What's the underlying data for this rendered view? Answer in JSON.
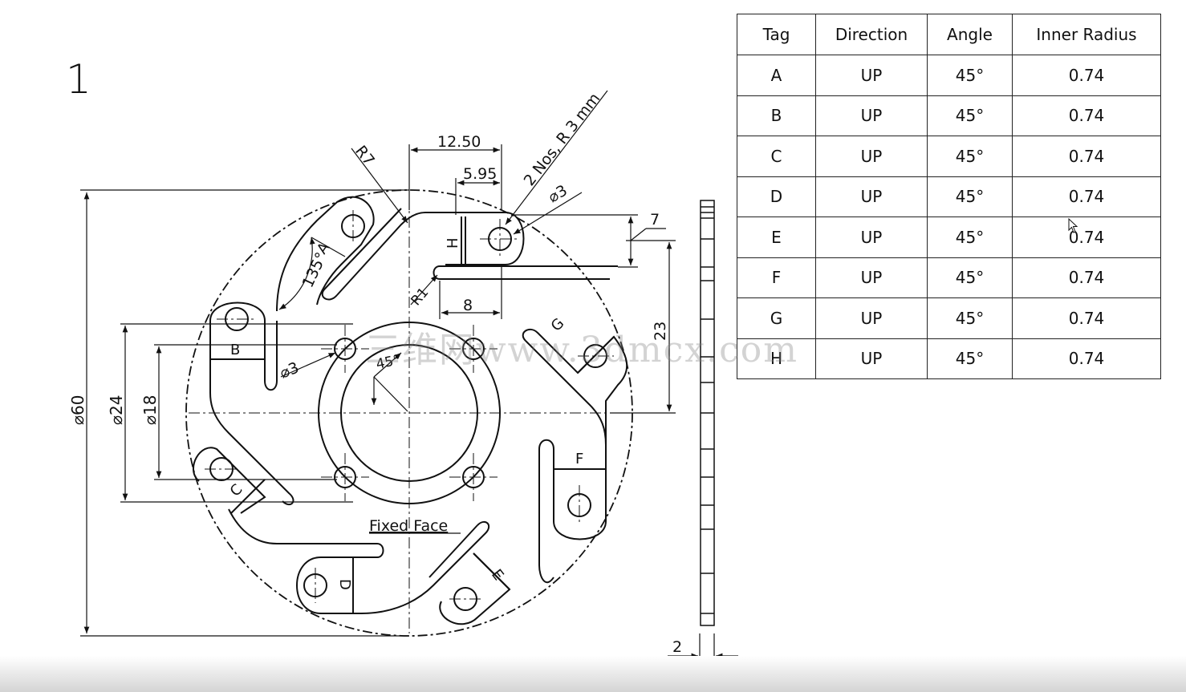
{
  "sheet": {
    "number": "1"
  },
  "table": {
    "headers": [
      "Tag",
      "Direction",
      "Angle",
      "Inner Radius"
    ],
    "rows": [
      [
        "A",
        "UP",
        "45°",
        "0.74"
      ],
      [
        "B",
        "UP",
        "45°",
        "0.74"
      ],
      [
        "C",
        "UP",
        "45°",
        "0.74"
      ],
      [
        "D",
        "UP",
        "45°",
        "0.74"
      ],
      [
        "E",
        "UP",
        "45°",
        "0.74"
      ],
      [
        "F",
        "UP",
        "45°",
        "0.74"
      ],
      [
        "G",
        "UP",
        "45°",
        "0.74"
      ],
      [
        "H",
        "UP",
        "45°",
        "0.74"
      ]
    ]
  },
  "dims": {
    "d60": "⌀60",
    "d24": "⌀24",
    "d18": "⌀18",
    "w1250": "12.50",
    "w595": "5.95",
    "w8": "8",
    "h7": "7",
    "h23": "23",
    "t2": "2",
    "r7": "R7",
    "r1": "R1",
    "note_holes": "2 Nos, R 3 mm",
    "hole_d3_top": "⌀3",
    "hole_d3_left": "⌀3",
    "ang135": "135°",
    "ang45": "45°"
  },
  "tags": [
    "A",
    "B",
    "C",
    "D",
    "E",
    "F",
    "G",
    "H"
  ],
  "fixed_face": "Fixed Face",
  "watermark": "三维网www.3dmcx.com",
  "colors": {
    "line": "#111111",
    "table_border": "#222222"
  }
}
